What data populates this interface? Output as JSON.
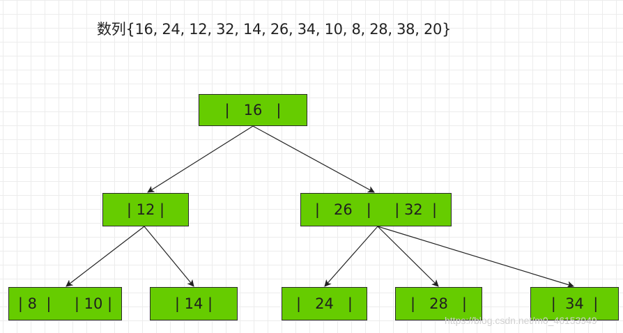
{
  "title": "数列{16, 24, 12, 32, 14, 26, 34, 10, 8, 28, 38, 20}",
  "colors": {
    "node_fill": "#66cc00",
    "node_border": "#2a2a2a",
    "edge": "#222222"
  },
  "nodes": {
    "root": "|   16   |",
    "level1_left": "| 12 |",
    "level1_right": "|   26   |     | 32  |",
    "leaf_1": "| 8  |     | 10 |",
    "leaf_2": "| 14 |",
    "leaf_3": "|   24   |",
    "leaf_4": "|   28   |",
    "leaf_5": "|  34  |"
  },
  "edges": [
    [
      "root",
      "level1_left"
    ],
    [
      "root",
      "level1_right"
    ],
    [
      "level1_left",
      "leaf_1"
    ],
    [
      "level1_left",
      "leaf_2"
    ],
    [
      "level1_right",
      "leaf_3"
    ],
    [
      "level1_right",
      "leaf_4"
    ],
    [
      "level1_right",
      "leaf_5"
    ]
  ],
  "watermark": "https://blog.csdn.net/m0_46153949"
}
